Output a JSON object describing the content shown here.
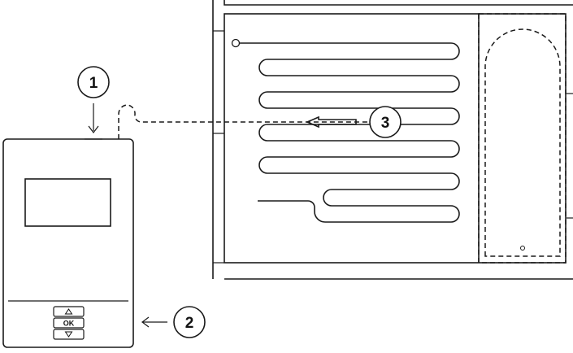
{
  "callouts": [
    {
      "number": "1"
    },
    {
      "number": "2"
    },
    {
      "number": "3"
    }
  ],
  "thermostat": {
    "buttons": [
      {
        "icon": "arrow-up-icon"
      },
      {
        "label": "OK"
      },
      {
        "icon": "arrow-down-icon"
      }
    ]
  }
}
